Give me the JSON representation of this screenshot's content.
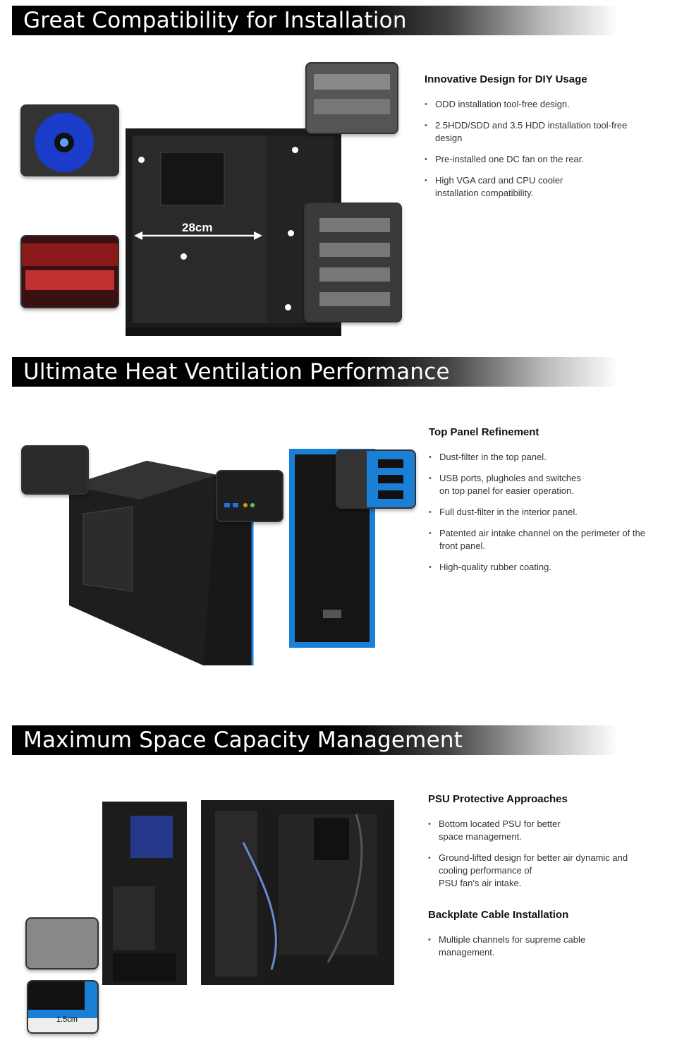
{
  "sections": [
    {
      "title": "Great Compatibility for Installation",
      "features": [
        {
          "heading": "Innovative Design for DIY Usage",
          "bullets": [
            [
              "ODD installation tool-free design."
            ],
            [
              "2.5HDD/SDD and 3.5 HDD installation tool-free",
              "design"
            ],
            [
              "Pre-installed one DC fan on the rear."
            ],
            [
              "High VGA card and CPU cooler",
              "installation compatibility."
            ]
          ]
        }
      ],
      "image_label": "28cm"
    },
    {
      "title": "Ultimate Heat Ventilation Performance",
      "features": [
        {
          "heading": "Top Panel Refinement",
          "bullets": [
            [
              "Dust-filter in the top panel."
            ],
            [
              "USB ports, plugholes and switches",
              "on top panel for easier operation."
            ],
            [
              "Full dust-filter in the interior panel."
            ],
            [
              "Patented air intake channel on the perimeter of the",
              "front panel."
            ],
            [
              "High-quality rubber coating."
            ]
          ]
        }
      ]
    },
    {
      "title": "Maximum Space Capacity Management",
      "features": [
        {
          "heading": "PSU Protective Approaches",
          "bullets": [
            [
              "Bottom located PSU for better",
              "space management."
            ],
            [
              "Ground-lifted design for better air dynamic and",
              "cooling performance of",
              "PSU fan's air intake."
            ]
          ]
        },
        {
          "heading": "Backplate Cable Installation",
          "bullets": [
            [
              "Multiple channels for supreme cable",
              "management."
            ]
          ]
        }
      ],
      "image_label": "1.5cm"
    }
  ]
}
